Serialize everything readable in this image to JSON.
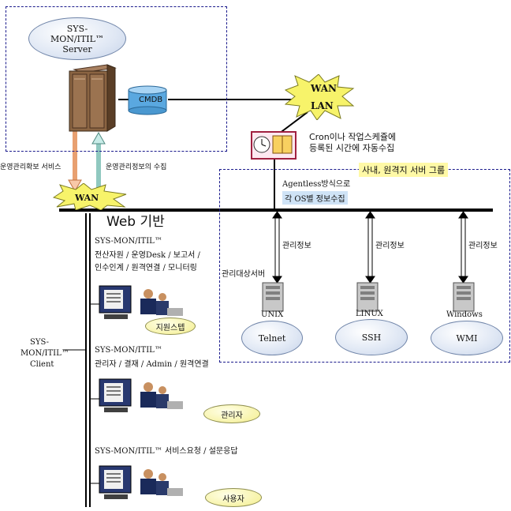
{
  "server_group": {
    "server_label_line1": "SYS-",
    "server_label_line2": "MON/ITIL™",
    "server_label_line3": "Server",
    "db_label": "CMDB"
  },
  "network": {
    "wan_lan_top": "WAN",
    "wan_lan_bottom": "LAN",
    "wan_left": "WAN",
    "web_label": "Web 기반"
  },
  "links": {
    "service_label": "운영관리확보 서비스",
    "collect_label": "운영관리정보의 수집"
  },
  "scheduler": {
    "caption_line1": "Cron이나 작업스케쥴에",
    "caption_line2": "등록된 시간에 자동수집"
  },
  "remote_group": {
    "title": "사내, 원격지 서버 그룹",
    "agentless_line1": "Agentless방식으로",
    "agentless_line2": "각 OS별 정보수집",
    "managed_server_label": "관리대상서버",
    "info_label": "관리정보",
    "servers": [
      {
        "os": "UNIX",
        "protocol": "Telnet"
      },
      {
        "os": "LINUX",
        "protocol": "SSH"
      },
      {
        "os": "Windows",
        "protocol": "WMI"
      }
    ]
  },
  "client": {
    "label_line1": "SYS-",
    "label_line2": "MON/ITIL™",
    "label_line3": "Client",
    "roles": [
      {
        "title": "SYS-MON/ITIL™",
        "desc_line1": "전산자원 / 운영Desk / 보고서 /",
        "desc_line2": "인수인계 / 원격연결 / 모니터링",
        "badge": "지원스텝"
      },
      {
        "title": "SYS-MON/ITIL™",
        "desc_line1": "관리자 / 결재 / Admin / 원격연결",
        "desc_line2": "",
        "badge": "관리자"
      },
      {
        "title": "SYS-MON/ITIL™ 서비스요청 / 설문응답",
        "desc_line1": "",
        "desc_line2": "",
        "badge": "사용자"
      }
    ]
  },
  "colors": {
    "dash_border": "#1a1a8c",
    "ellipse_fill": "#dfe7f4",
    "badge_fill": "#f7f3a8",
    "title_fill": "#fff9a6",
    "agentless_fill": "#cfe3f6",
    "burst_fill": "#f7f36a",
    "server_rack": "#7a5a3a",
    "db_fill": "#5aa8e0"
  },
  "icons": [
    "server-rack-icon",
    "database-icon",
    "burst-icon",
    "calendar-clock-icon",
    "pc-tower-icon",
    "workstation-user-icon"
  ]
}
